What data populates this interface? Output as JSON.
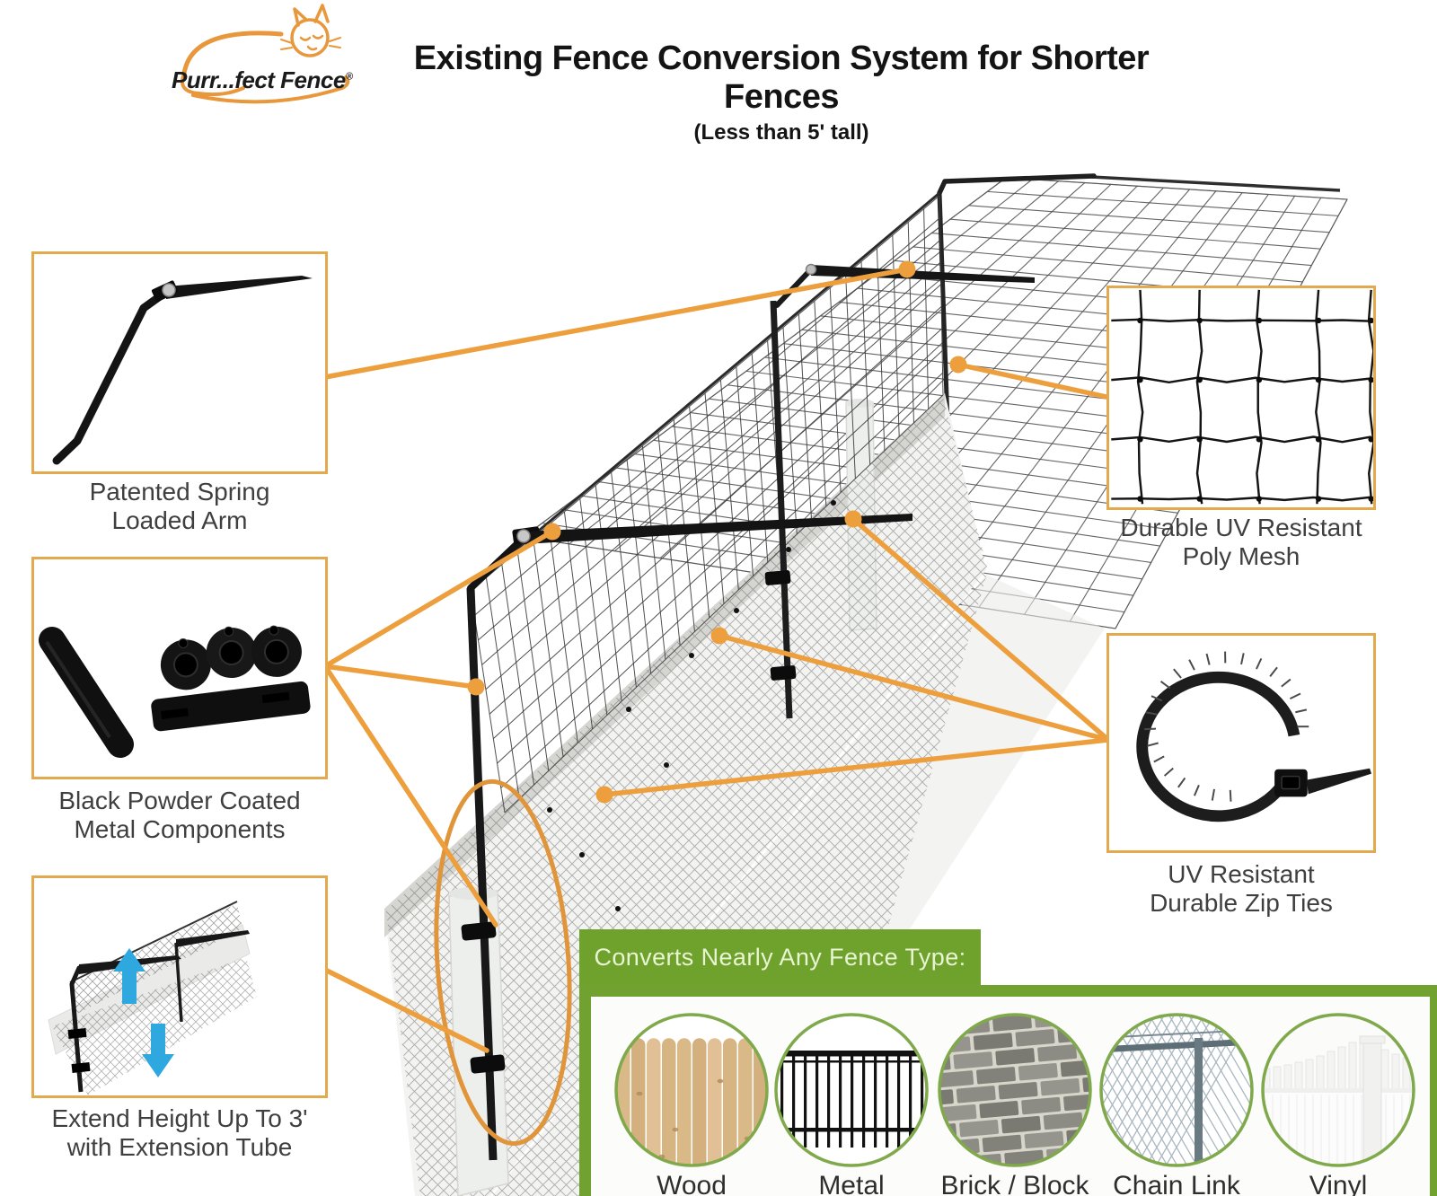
{
  "header": {
    "brand": "Purr...fect Fence",
    "registered_mark": "®",
    "title": "Existing Fence Conversion System for Shorter Fences",
    "subtitle": "(Less than 5' tall)"
  },
  "callouts": {
    "spring_arm": {
      "line1": "Patented Spring",
      "line2": "Loaded Arm"
    },
    "metal_components": {
      "line1": "Black Powder Coated",
      "line2": "Metal Components"
    },
    "extension_tube": {
      "line1": "Extend Height Up To 3'",
      "line2": "with Extension Tube"
    },
    "poly_mesh": {
      "line1": "Durable UV Resistant",
      "line2": "Poly Mesh"
    },
    "zip_ties": {
      "line1": "UV Resistant",
      "line2": "Durable Zip Ties"
    }
  },
  "fence_types": {
    "banner": "Converts Nearly Any Fence Type:",
    "items": [
      "Wood",
      "Metal",
      "Brick / Block",
      "Chain Link",
      "Vinyl"
    ]
  },
  "colors": {
    "accent_orange": "#ED9F3D",
    "box_border": "#E2A94E",
    "banner_green": "#6FA12D",
    "banner_text": "#E9F4D2",
    "circle_border": "#7FA94B",
    "arrow_blue": "#2FA8E0",
    "logo_orange": "#E8973B"
  }
}
